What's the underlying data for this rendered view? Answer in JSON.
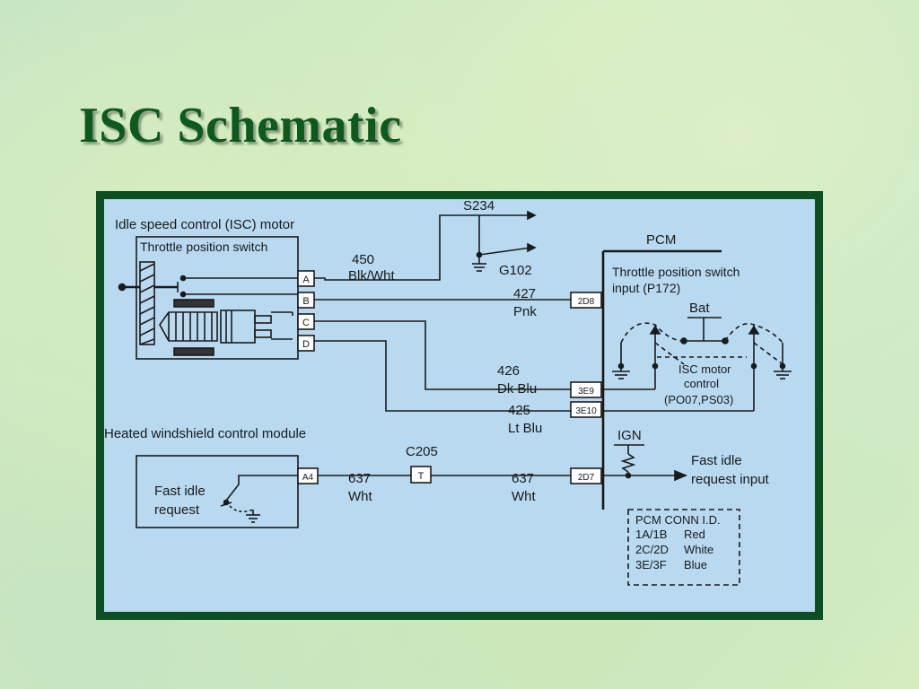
{
  "slide": {
    "title": "ISC Schematic"
  },
  "colors": {
    "title": "#0d5a1f",
    "frame": "#0c4f22",
    "panel": "#b8d9f0"
  },
  "labels": {
    "isc_motor": "Idle speed control (ISC) motor",
    "throttle_switch": "Throttle position switch",
    "pins": {
      "a": "A",
      "b": "B",
      "c": "C",
      "d": "D",
      "a4": "A4"
    },
    "s234": "S234",
    "g102": "G102",
    "pcm": "PCM",
    "wire_450": "450",
    "wire_450_color": "Blk/Wht",
    "wire_427": "427",
    "wire_427_color": "Pnk",
    "wire_426": "426",
    "wire_426_color": "Dk Blu",
    "wire_425": "425",
    "wire_425_color": "Lt Blu",
    "conn_2d8": "2D8",
    "conn_3e9": "3E9",
    "conn_3e10": "3E10",
    "conn_2d7": "2D7",
    "tps_input_line1": "Throttle position switch",
    "tps_input_line2": "input (P172)",
    "bat": "Bat",
    "isc_ctrl_line1": "ISC motor",
    "isc_ctrl_line2": "control",
    "isc_ctrl_line3": "(PO07,PS03)",
    "hwcm": "Heated windshield control module",
    "c205": "C205",
    "c205_pin": "T",
    "wire_637_left": "637",
    "wire_637_left_color": "Wht",
    "wire_637_right": "637",
    "wire_637_right_color": "Wht",
    "fast_idle_req_line1": "Fast idle",
    "fast_idle_req_line2": "request",
    "ign": "IGN",
    "fast_idle_in_line1": "Fast idle",
    "fast_idle_in_line2": "request input",
    "conn_id": {
      "title": "PCM CONN I.D.",
      "rows": [
        {
          "pins": "1A/1B",
          "color": "Red"
        },
        {
          "pins": "2C/2D",
          "color": "White"
        },
        {
          "pins": "3E/3F",
          "color": "Blue"
        }
      ]
    }
  }
}
